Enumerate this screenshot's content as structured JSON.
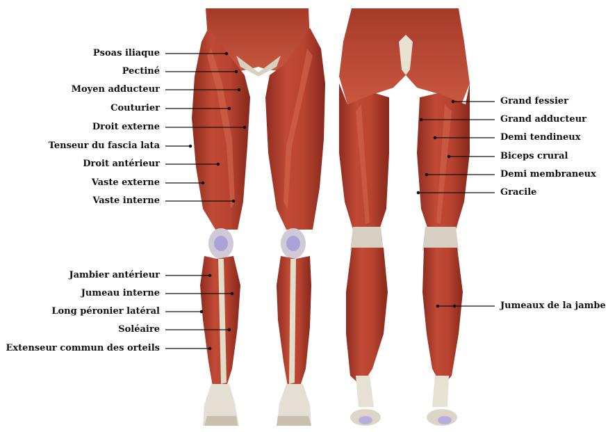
{
  "colors": {
    "muscle": "#b2402f",
    "muscle_dark": "#8a2a1e",
    "muscle_light": "#cf6a52",
    "tendon": "#ddd8c6",
    "bone": "#e9e6dc",
    "joint": "#b9b4dc",
    "leader": "#111111"
  },
  "labels_left": [
    {
      "text": "Psoas iliaque"
    },
    {
      "text": "Pectiné"
    },
    {
      "text": "Moyen adducteur"
    },
    {
      "text": "Couturier"
    },
    {
      "text": "Droit externe"
    },
    {
      "text": "Tenseur du fascia lata"
    },
    {
      "text": "Droit antérieur"
    },
    {
      "text": "Vaste externe"
    },
    {
      "text": "Vaste interne"
    },
    {
      "text": "Jambier antérieur"
    },
    {
      "text": "Jumeau interne"
    },
    {
      "text": "Long péronier latéral"
    },
    {
      "text": "Soléaire"
    },
    {
      "text": "Extenseur commun des orteils"
    }
  ],
  "labels_right": [
    {
      "text": "Grand fessier"
    },
    {
      "text": "Grand adducteur"
    },
    {
      "text": "Demi tendineux"
    },
    {
      "text": "Biceps crural"
    },
    {
      "text": "Demi membraneux"
    },
    {
      "text": "Gracile"
    },
    {
      "text": "Jumeaux de la jambe"
    }
  ]
}
